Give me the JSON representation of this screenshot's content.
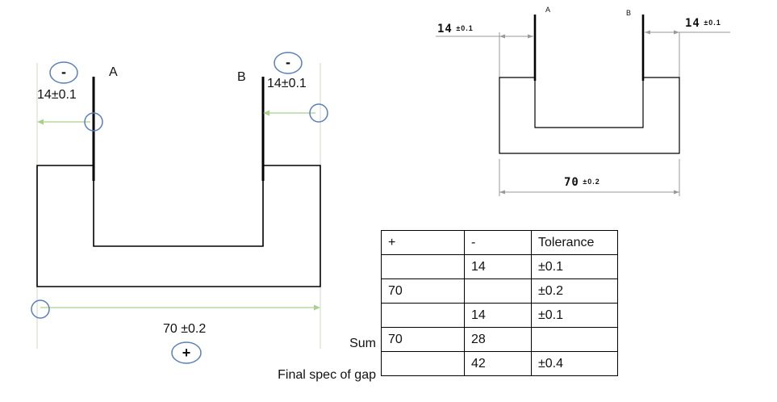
{
  "left_diagram": {
    "label_a": "A",
    "label_b": "B",
    "dim_left": "14±0.1",
    "dim_right": "14±0.1",
    "dim_bottom": "70 ±0.2",
    "sign_left": "-",
    "sign_right": "-",
    "sign_bottom": "+"
  },
  "right_diagram": {
    "label_a": "A",
    "label_b": "B",
    "dim_left_value": "14",
    "dim_left_tol": "±0.1",
    "dim_right_value": "14",
    "dim_right_tol": "±0.1",
    "dim_bottom_value": "70",
    "dim_bottom_tol": "±0.2"
  },
  "stack_table": {
    "headers": [
      "+",
      "-",
      "Tolerance"
    ],
    "rows": [
      {
        "label": "",
        "plus": "",
        "minus": "14",
        "tolerance": "±0.1"
      },
      {
        "label": "",
        "plus": "70",
        "minus": "",
        "tolerance": "±0.2"
      },
      {
        "label": "",
        "plus": "",
        "minus": "14",
        "tolerance": "±0.1"
      },
      {
        "label": "Sum",
        "plus": "70",
        "minus": "28",
        "tolerance": ""
      },
      {
        "label": "Final spec of gap",
        "plus": "",
        "minus": "42",
        "tolerance": "±0.4"
      }
    ]
  },
  "colors": {
    "outline": "#000000",
    "dimension_line": "#a9d08e",
    "circle_marker": "#5b7fb8",
    "extension_line": "#999999"
  }
}
